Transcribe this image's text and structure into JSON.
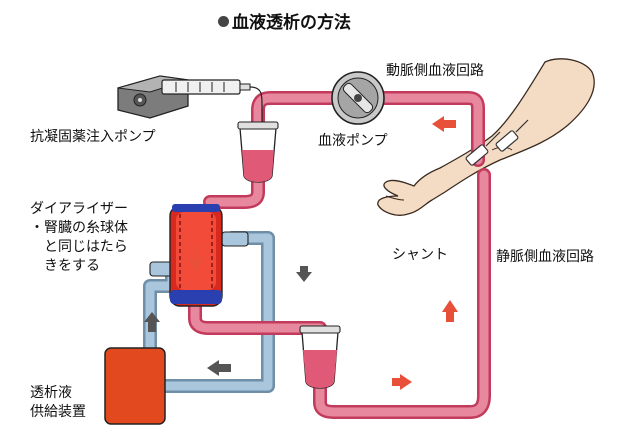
{
  "title": "血液透析の方法",
  "labels": {
    "artery_line": "動脈側血液回路",
    "vein_line": "静脈側血液回路",
    "heparin_pump": "抗凝固薬注入ポンプ",
    "blood_pump": "血液ポンプ",
    "shunt": "シャント",
    "dialyzer": "ダイアライザー",
    "dialyzer_note": [
      "・腎臓の糸球体",
      "と同じはたら",
      "きをする"
    ],
    "dialysate_supply": [
      "透析液",
      "供給装置"
    ]
  },
  "colors": {
    "blood": "#e05a78",
    "blood_dark": "#c23a5c",
    "dialysate": "#a9c6dd",
    "dialysate_dark": "#6f8ea8",
    "arrow_red": "#e8503a",
    "arrow_gray": "#555555",
    "supply_box": "#e2491f",
    "dialyzer_blue": "#2a3fb0"
  }
}
